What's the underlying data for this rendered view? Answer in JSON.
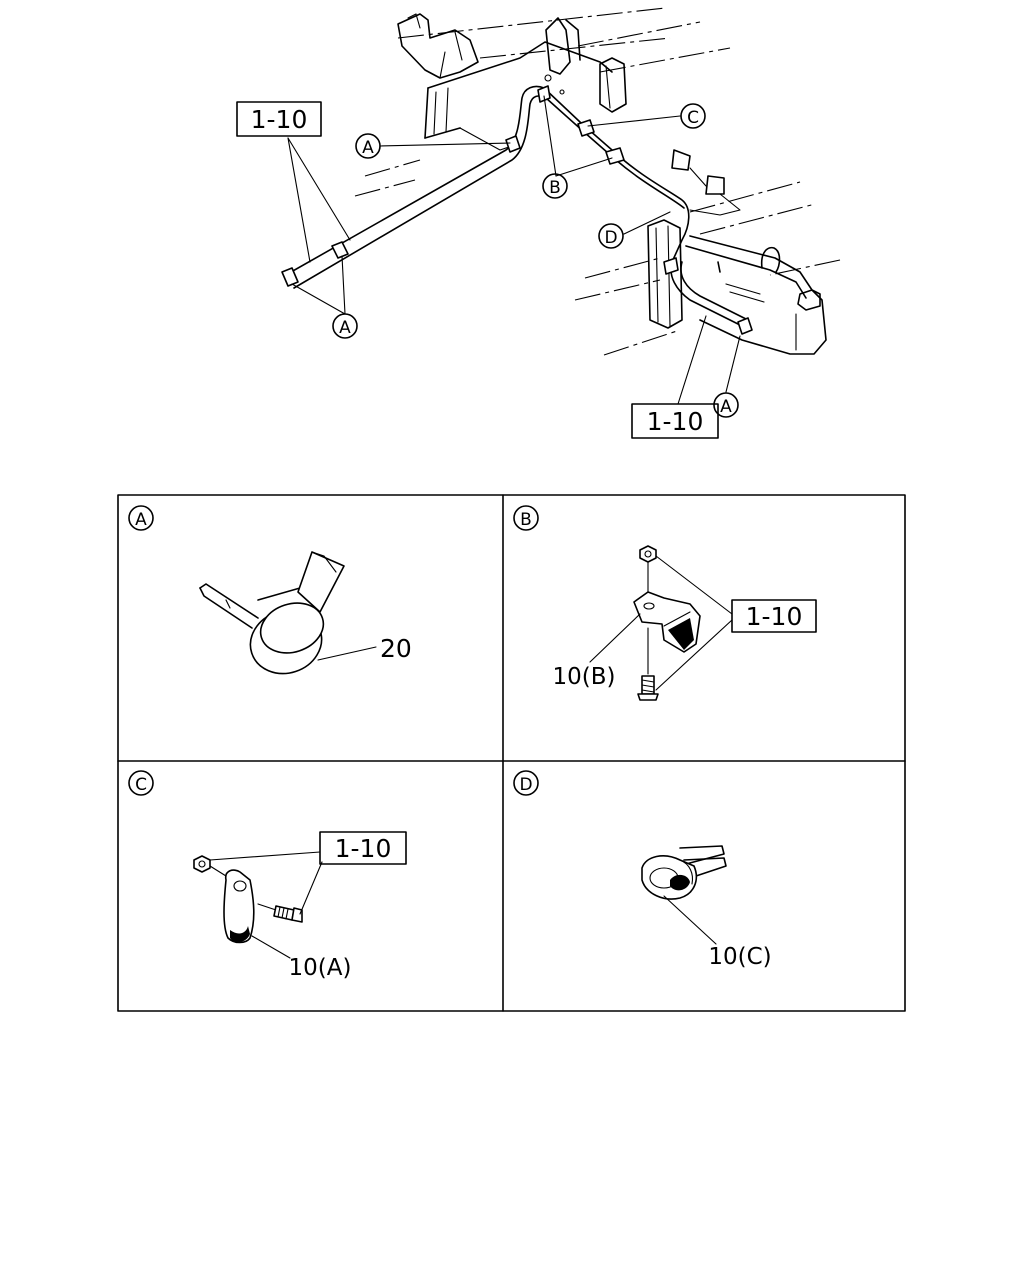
{
  "callouts": {
    "ref_code": "1-10",
    "A": "A",
    "B": "B",
    "C": "C",
    "D": "D"
  },
  "details": {
    "a": {
      "letter": "A",
      "part_20": "20"
    },
    "b": {
      "letter": "B",
      "ref_code": "1-10",
      "part": "10(B)"
    },
    "c": {
      "letter": "C",
      "ref_code": "1-10",
      "part": "10(A)"
    },
    "d": {
      "letter": "D",
      "part": "10(C)"
    }
  }
}
